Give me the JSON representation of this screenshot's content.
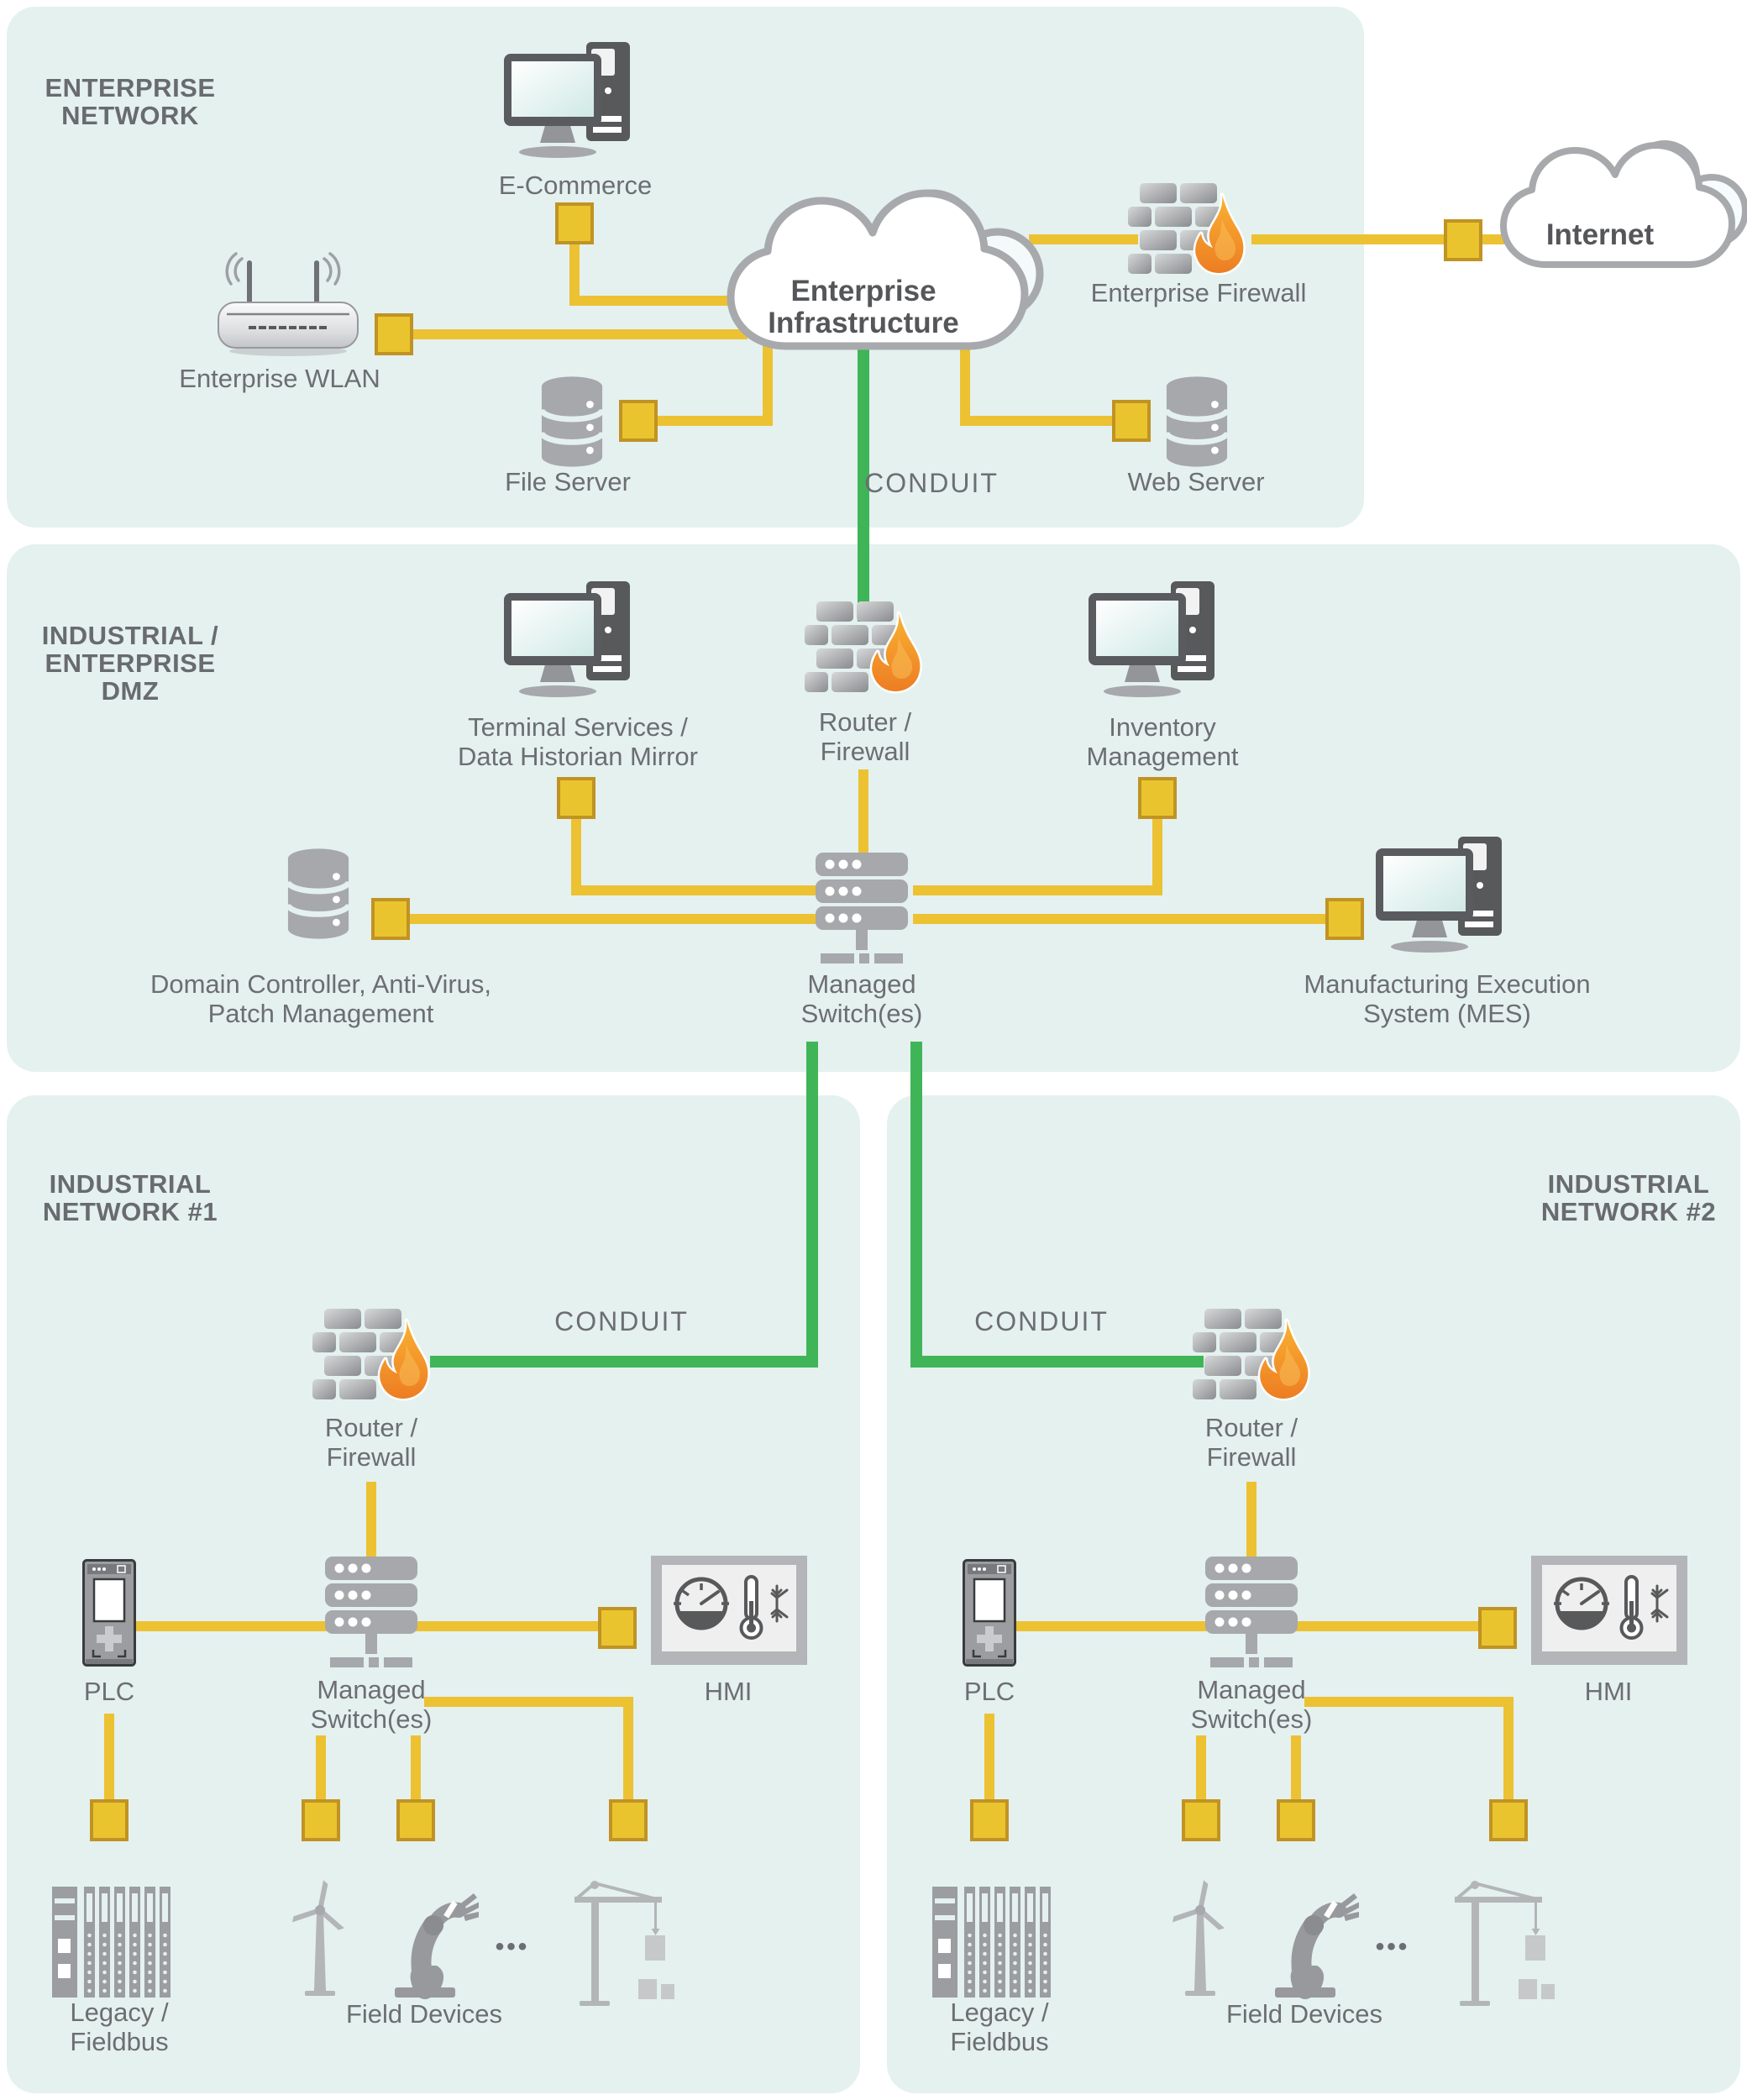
{
  "colors": {
    "panel_background": "#e4f1ef",
    "connector_yellow": "#ecc233",
    "connector_green": "#3fb558",
    "icon_gray": "#a6a8ab",
    "label_gray": "#6d6e71",
    "flame_orange_top": "#f9b233",
    "flame_orange_bottom": "#ed7d23"
  },
  "sections": {
    "enterprise": [
      "ENTERPRISE",
      "NETWORK"
    ],
    "dmz": [
      "INDUSTRIAL /",
      "ENTERPRISE",
      "DMZ"
    ],
    "network1": [
      "INDUSTRIAL",
      "NETWORK #1"
    ],
    "network2": [
      "INDUSTRIAL",
      "NETWORK #2"
    ]
  },
  "conduits": {
    "enterprise": "CONDUIT",
    "network1": "CONDUIT",
    "network2": "CONDUIT"
  },
  "enterprise": {
    "ecommerce": "E-Commerce",
    "wlan": "Enterprise WLAN",
    "file_server": "File Server",
    "cloud": [
      "Enterprise",
      "Infrastructure"
    ],
    "web_server": "Web Server",
    "firewall": "Enterprise Firewall",
    "internet": "Internet"
  },
  "dmz": {
    "terminal": [
      "Terminal Services /",
      "Data Historian Mirror"
    ],
    "router": [
      "Router /",
      "Firewall"
    ],
    "inventory": [
      "Inventory",
      "Management"
    ],
    "domain": [
      "Domain Controller, Anti-Virus,",
      "Patch Management"
    ],
    "switch": [
      "Managed",
      "Switch(es)"
    ],
    "mes": [
      "Manufacturing Execution",
      "System (MES)"
    ]
  },
  "network1": {
    "router": [
      "Router /",
      "Firewall"
    ],
    "plc": "PLC",
    "switch": [
      "Managed",
      "Switch(es)"
    ],
    "hmi": "HMI",
    "legacy": [
      "Legacy /",
      "Fieldbus"
    ],
    "field_devices": "Field Devices",
    "ellipsis": "•••"
  },
  "network2": {
    "router": [
      "Router /",
      "Firewall"
    ],
    "plc": "PLC",
    "switch": [
      "Managed",
      "Switch(es)"
    ],
    "hmi": "HMI",
    "legacy": [
      "Legacy /",
      "Fieldbus"
    ],
    "field_devices": "Field Devices",
    "ellipsis": "•••"
  }
}
